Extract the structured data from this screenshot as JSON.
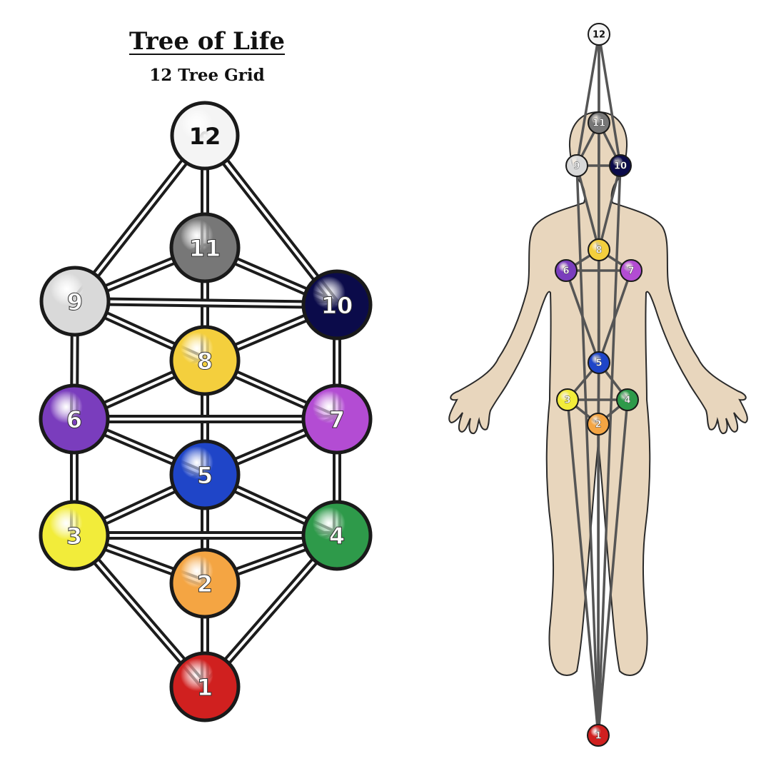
{
  "title": "Tree of Life",
  "subtitle": "12 Tree Grid",
  "nodes": [
    {
      "id": "1",
      "label": "1",
      "color": "#d0201f",
      "text": "#ffffff"
    },
    {
      "id": "2",
      "label": "2",
      "color": "#f4a543",
      "text": "#ffffff"
    },
    {
      "id": "3",
      "label": "3",
      "color": "#f2ec3a",
      "text": "#ffffff"
    },
    {
      "id": "4",
      "label": "4",
      "color": "#2e9a4a",
      "text": "#ffffff"
    },
    {
      "id": "5",
      "label": "5",
      "color": "#1f45c8",
      "text": "#ffffff"
    },
    {
      "id": "6",
      "label": "6",
      "color": "#7a3dbd",
      "text": "#ffffff"
    },
    {
      "id": "7",
      "label": "7",
      "color": "#b34cd3",
      "text": "#ffffff"
    },
    {
      "id": "8",
      "label": "8",
      "color": "#f4cf3d",
      "text": "#ffffff"
    },
    {
      "id": "9",
      "label": "9",
      "color": "#d9d9d9",
      "text": "#ffffff"
    },
    {
      "id": "10",
      "label": "10",
      "color": "#0b0b4a",
      "text": "#ffffff"
    },
    {
      "id": "11",
      "label": "11",
      "color": "#777777",
      "text": "#ffffff"
    },
    {
      "id": "12",
      "label": "12",
      "color": "#f4f4f4",
      "text": "#111111"
    }
  ],
  "edges": [
    [
      "12",
      "11"
    ],
    [
      "12",
      "9"
    ],
    [
      "12",
      "10"
    ],
    [
      "11",
      "9"
    ],
    [
      "11",
      "10"
    ],
    [
      "11",
      "8"
    ],
    [
      "9",
      "10"
    ],
    [
      "9",
      "8"
    ],
    [
      "10",
      "8"
    ],
    [
      "9",
      "6"
    ],
    [
      "10",
      "7"
    ],
    [
      "8",
      "6"
    ],
    [
      "8",
      "7"
    ],
    [
      "8",
      "5"
    ],
    [
      "6",
      "7"
    ],
    [
      "6",
      "5"
    ],
    [
      "7",
      "5"
    ],
    [
      "6",
      "3"
    ],
    [
      "7",
      "4"
    ],
    [
      "5",
      "3"
    ],
    [
      "5",
      "4"
    ],
    [
      "5",
      "2"
    ],
    [
      "3",
      "4"
    ],
    [
      "3",
      "2"
    ],
    [
      "4",
      "2"
    ],
    [
      "3",
      "1"
    ],
    [
      "4",
      "1"
    ],
    [
      "2",
      "1"
    ]
  ],
  "body_edges": [
    [
      "12",
      "9"
    ],
    [
      "12",
      "10"
    ],
    [
      "12",
      "11"
    ],
    [
      "11",
      "9"
    ],
    [
      "11",
      "10"
    ],
    [
      "9",
      "10"
    ],
    [
      "11",
      "8"
    ],
    [
      "9",
      "8"
    ],
    [
      "10",
      "8"
    ],
    [
      "8",
      "6"
    ],
    [
      "8",
      "7"
    ],
    [
      "6",
      "7"
    ],
    [
      "6",
      "5"
    ],
    [
      "7",
      "5"
    ],
    [
      "8",
      "5"
    ],
    [
      "5",
      "3"
    ],
    [
      "5",
      "4"
    ],
    [
      "3",
      "4"
    ],
    [
      "3",
      "2"
    ],
    [
      "4",
      "2"
    ],
    [
      "5",
      "2"
    ],
    [
      "2",
      "1"
    ],
    [
      "3",
      "1"
    ],
    [
      "4",
      "1"
    ],
    [
      "9",
      "1"
    ],
    [
      "10",
      "1"
    ],
    [
      "12",
      "1"
    ]
  ],
  "colors": {
    "edge": "#1c1c1c",
    "body_fill": "#e8d6bd",
    "body_stroke": "#2a2a2a",
    "body_edge": "#555555"
  }
}
